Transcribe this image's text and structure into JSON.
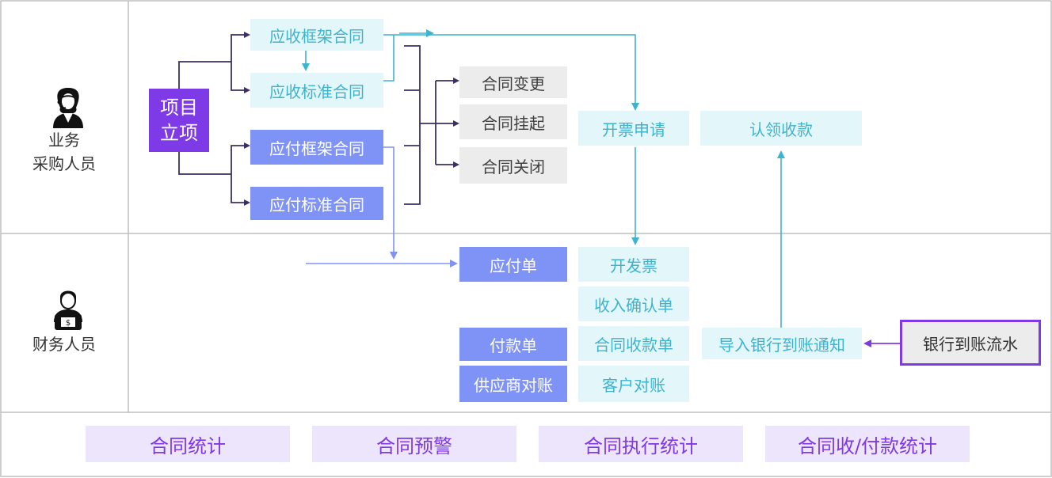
{
  "lanes": {
    "business": {
      "line1": "业务",
      "line2": "采购人员"
    },
    "finance": {
      "label": "财务人员"
    }
  },
  "icons": {
    "business_role": "headset-agent-icon",
    "finance_role": "accountant-icon"
  },
  "colors": {
    "purple": "#7e3ae6",
    "blue": "#7f93f6",
    "cyan_text": "#3cb4cf",
    "cyan_bg": "#e3f6f9",
    "gray_bg": "#ececec",
    "stat_bg": "#ede5fb"
  },
  "nodes": {
    "project_setup": {
      "line1": "项目",
      "line2": "立项"
    },
    "receivable_framework": "应收框架合同",
    "receivable_standard": "应收标准合同",
    "payable_framework": "应付框架合同",
    "payable_standard": "应付标准合同",
    "contract_change": "合同变更",
    "contract_suspend": "合同挂起",
    "contract_close": "合同关闭",
    "invoice_request": "开票申请",
    "claim_receipt": "认领收款",
    "payable_bill": "应付单",
    "issue_invoice": "开发票",
    "revenue_confirm": "收入确认单",
    "payment_bill": "付款单",
    "contract_receipt": "合同收款单",
    "import_bank_notice": "导入银行到账通知",
    "bank_statement": "银行到账流水",
    "supplier_reconcile": "供应商对账",
    "customer_reconcile": "客户对账"
  },
  "stats": {
    "contract_stats": "合同统计",
    "contract_warning": "合同预警",
    "contract_execution_stats": "合同执行统计",
    "contract_receipt_payment_stats": "合同收/付款统计"
  }
}
